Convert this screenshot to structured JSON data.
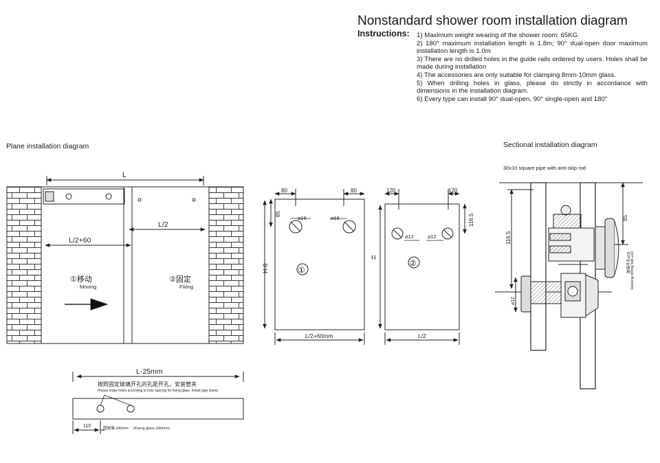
{
  "header": {
    "title": "Nonstandard shower room installation diagram",
    "instructions_label": "Instructions:",
    "instructions": [
      "1) Maximum weight wearing of the shower room: 65KG",
      "2) 180° maximum installation length is 1.8m; 90° dual-open door maximum installation length is 1.0m",
      "3) There are no drilled holes in the guide rails ordered by users. Holes shall be made during installation",
      "4) The accessories are only suitable for clamping 8mm-10mm glass.",
      "5) When drilling holes in glass, please do strictly in accordance with dimensions in the installation diagram.",
      "6) Every type can install 90° dual-open, 90° single-open and 180°"
    ]
  },
  "plane": {
    "title": "Plane installation diagram",
    "dim_L": "L",
    "dim_half": "L/2",
    "dim_half_plus": "L/2+60",
    "moving_cn": "①移动",
    "moving_en": "Moving",
    "fixing_cn": "②固定",
    "fixing_en": "Fixing"
  },
  "rail": {
    "dim_total": "L-25mm",
    "note_cn": "按照固定玻璃开孔的孔距开孔，安装管夹",
    "note_en": "Please make holes according to hole spacing for fixing glass; Install pipe clamp",
    "dim_offset": "110",
    "fixing_note_cn": "固玻璃-240mm",
    "fixing_note_en": "(Fixing glass-240mm)"
  },
  "panel1": {
    "dim_left": "80",
    "dim_right": "80",
    "dim_vert": "85",
    "hole_left": "⌀16",
    "hole_right": "⌀16",
    "height": "H-8",
    "label": "①",
    "width": "L/2+60mm"
  },
  "panel2": {
    "dim_left": "120",
    "dim_right": "120",
    "dim_vert": "116.5",
    "hole_left": "⌀12",
    "hole_right": "⌀12",
    "height": "H",
    "label": "②",
    "width": "L/2"
  },
  "section": {
    "title": "Sectional installation diagram",
    "subtitle": "30x10 square pipe with anti-skip rod",
    "dim_height": "116.5",
    "dim_85": "85",
    "dim_12": "⌀12",
    "vertical_note_cn": "玻璃开孔⌀16",
    "vertical_note_en": "Glassing drilling hole ⌀16"
  }
}
